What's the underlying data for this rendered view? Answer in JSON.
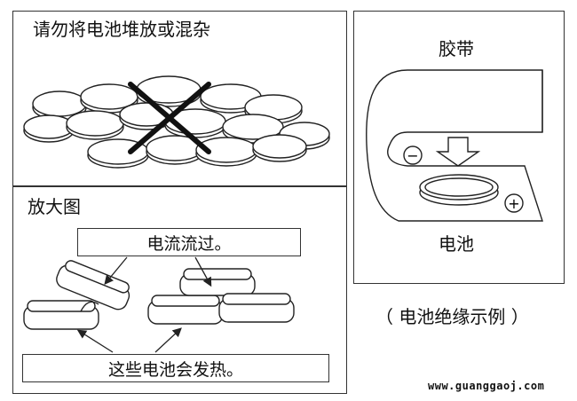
{
  "warning": {
    "text": "请勿将电池堆放或混杂"
  },
  "zoom": {
    "title": "放大图",
    "current_label": "电流流过。",
    "heat_label": "这些电池会发热。"
  },
  "insulation": {
    "tape_label": "胶带",
    "battery_label": "电池",
    "minus_sign": "−",
    "plus_sign": "+"
  },
  "caption": "（ 电池绝缘示例 ）",
  "watermark": "www.guanggaoj.com"
}
